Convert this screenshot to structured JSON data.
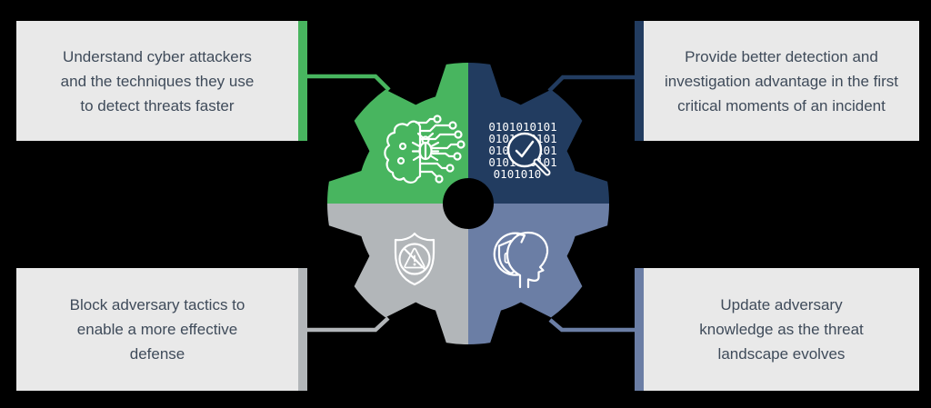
{
  "background": "#000000",
  "boxes": {
    "top_left": {
      "text": "Understand cyber attackers\nand the techniques they use\nto detect threats faster",
      "accent_color": "#48b55f"
    },
    "top_right": {
      "text": "Provide better detection and\ninvestigation advantage in the first\ncritical moments of an incident",
      "accent_color": "#223c60"
    },
    "bottom_left": {
      "text": "Block adversary tactics to\nenable a more effective\ndefense",
      "accent_color": "#b2b6b9"
    },
    "bottom_right": {
      "text": "Update adversary\nknowledge as the threat\nlandscape evolves",
      "accent_color": "#6b7ea5"
    }
  },
  "gear": {
    "icon_color": "#ffffff",
    "hole_color": "#000000",
    "quadrants": [
      {
        "name": "understand-attackers",
        "color": "#48b55f",
        "icon": "brain-circuit-bug-icon"
      },
      {
        "name": "detection-investigation",
        "color": "#223c60",
        "icon": "binary-magnifier-icon",
        "binary_rows": [
          "0101010101",
          "0101010101",
          "0101010101",
          "0101010101",
          "0101010"
        ]
      },
      {
        "name": "block-tactics",
        "color": "#b2b6b9",
        "icon": "shield-block-warning-icon"
      },
      {
        "name": "update-knowledge",
        "color": "#6b7ea5",
        "icon": "head-shield-refresh-icon"
      }
    ]
  }
}
